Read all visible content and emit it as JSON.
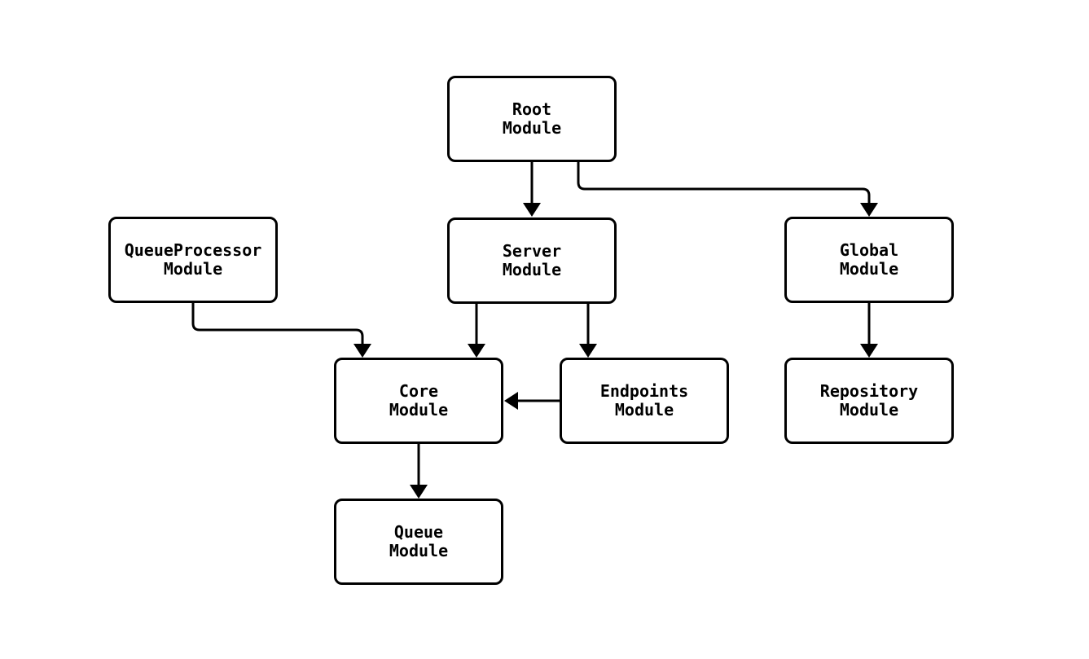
{
  "diagram": {
    "type": "module-dependency-graph",
    "colors": {
      "background": "#ffffff",
      "node_fill": "#ffffff",
      "node_border": "#000000",
      "edge": "#000000",
      "text": "#000000"
    },
    "nodes": [
      {
        "id": "root",
        "label": "Root\nModule"
      },
      {
        "id": "queueprocessor",
        "label": "QueueProcessor\nModule"
      },
      {
        "id": "server",
        "label": "Server\nModule"
      },
      {
        "id": "global",
        "label": "Global\nModule"
      },
      {
        "id": "core",
        "label": "Core\nModule"
      },
      {
        "id": "endpoints",
        "label": "Endpoints\nModule"
      },
      {
        "id": "repository",
        "label": "Repository\nModule"
      },
      {
        "id": "queue",
        "label": "Queue\nModule"
      }
    ],
    "edges": [
      {
        "from": "Root Module",
        "to": "Server Module"
      },
      {
        "from": "Root Module",
        "to": "Global Module"
      },
      {
        "from": "QueueProcessor Module",
        "to": "Core Module"
      },
      {
        "from": "Server Module",
        "to": "Core Module"
      },
      {
        "from": "Server Module",
        "to": "Endpoints Module"
      },
      {
        "from": "Endpoints Module",
        "to": "Core Module"
      },
      {
        "from": "Core Module",
        "to": "Queue Module"
      },
      {
        "from": "Global Module",
        "to": "Repository Module"
      }
    ]
  }
}
